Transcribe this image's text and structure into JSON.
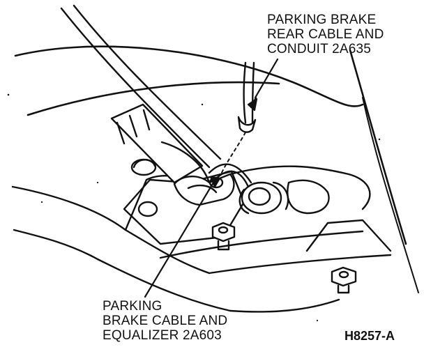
{
  "labels": {
    "rear_cable": {
      "line1": "PARKING BRAKE",
      "line2": "REAR CABLE AND",
      "line3": "CONDUIT 2A635"
    },
    "equalizer": {
      "line1": "PARKING",
      "line2": "BRAKE CABLE AND",
      "line3": "EQUALIZER 2A603"
    }
  },
  "figure_code": "H8257-A"
}
